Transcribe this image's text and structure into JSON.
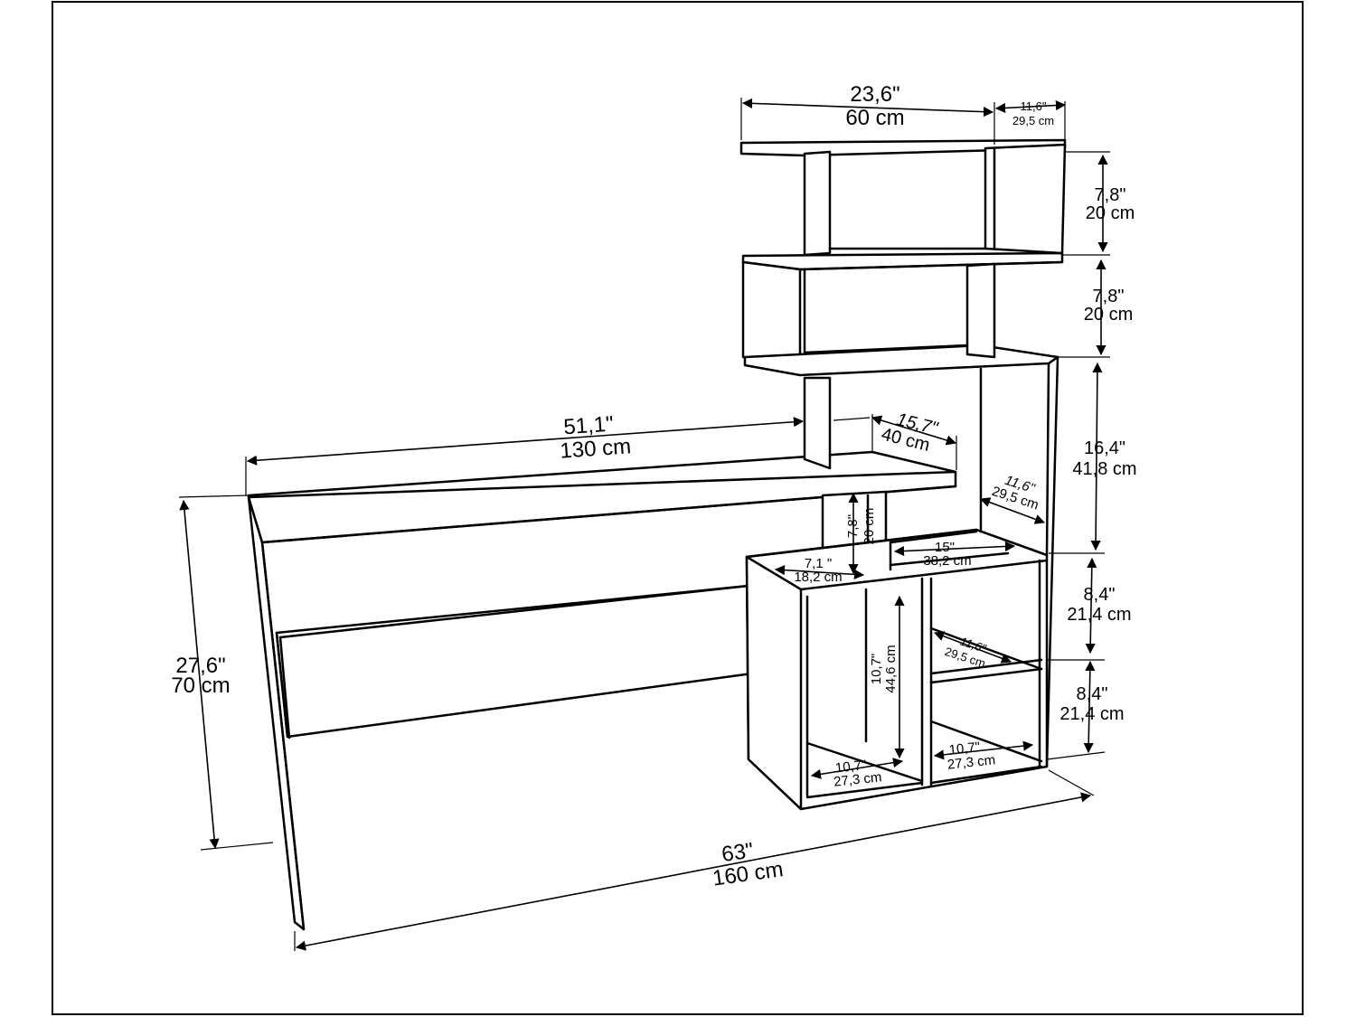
{
  "colors": {
    "line": "#000000",
    "background": "#ffffff"
  },
  "dimensions": {
    "top_width": {
      "in": "23,6\"",
      "cm": "60 cm"
    },
    "top_depth": {
      "in": "11,6\"",
      "cm": "29,5 cm"
    },
    "upper_shelf_height_1": {
      "in": "7,8\"",
      "cm": "20 cm"
    },
    "upper_shelf_height_2": {
      "in": "7,8\"",
      "cm": "20 cm"
    },
    "tower_gap_height": {
      "in": "16,4\"",
      "cm": "41,8 cm"
    },
    "tower_depth": {
      "in": "11,6\"",
      "cm": "29,5 cm"
    },
    "desk_length": {
      "in": "51,1\"",
      "cm": "130 cm"
    },
    "desk_depth": {
      "in": "15,7\"",
      "cm": "40 cm"
    },
    "desk_gap_height": {
      "in": "7,8\"",
      "cm": "20 cm"
    },
    "small_shelf_width": {
      "in": "7,1 \"",
      "cm": "18,2 cm"
    },
    "wide_shelf_width": {
      "in": "15\"",
      "cm": "38,2 cm"
    },
    "cabinet_height_1": {
      "in": "8,4\"",
      "cm": "21,4 cm"
    },
    "cabinet_height_2": {
      "in": "8,4\"",
      "cm": "21,4 cm"
    },
    "cabinet_inner_depth": {
      "in": "11,6\"",
      "cm": "29,5 cm"
    },
    "cabinet_tall_height": {
      "in": "10,7\"",
      "cm": "44,6 cm"
    },
    "cabinet_cell_width_left": {
      "in": "10,7\"",
      "cm": "27,3 cm"
    },
    "cabinet_cell_width_right": {
      "in": "10,7\"",
      "cm": "27,3 cm"
    },
    "desk_height": {
      "in": "27,6\"",
      "cm": "70 cm"
    },
    "total_length": {
      "in": "63\"",
      "cm": "160 cm"
    }
  }
}
